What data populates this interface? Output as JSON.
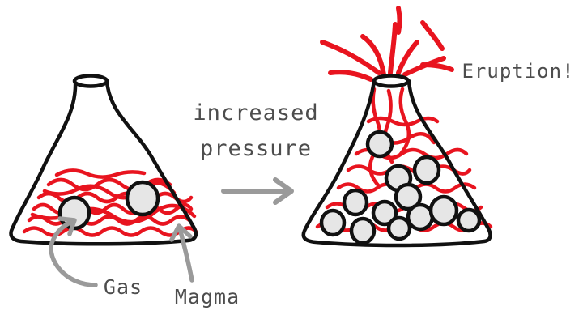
{
  "labels": {
    "process": [
      "increased",
      "pressure"
    ],
    "gas": "Gas",
    "magma": "Magma",
    "eruption": "Eruption!"
  },
  "colors": {
    "outline": "#111111",
    "magma": "#e8141f",
    "bubble_fill": "#e6e6e6",
    "text": "#4d4d4d",
    "arrow": "#9a9a9a"
  },
  "icons": {
    "process_arrow": "right-arrow-icon",
    "gas_pointer": "curved-arrow-icon",
    "magma_pointer": "arrow-icon"
  }
}
